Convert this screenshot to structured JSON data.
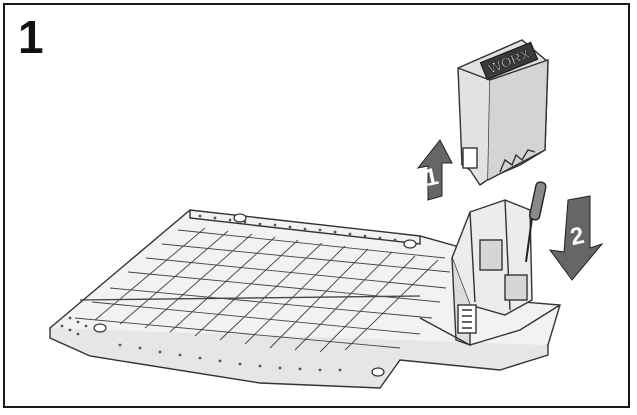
{
  "figure": {
    "step_number": "1",
    "arrows": [
      {
        "label": "1",
        "direction": "up"
      },
      {
        "label": "2",
        "direction": "down"
      }
    ],
    "cover_logo": "WORX",
    "colors": {
      "frame": "#1a1a1a",
      "line": "#333333",
      "arrow_fill": "#666666",
      "cover_fill": "#e2e2e2",
      "plate_fill": "#f2f2f2"
    }
  }
}
